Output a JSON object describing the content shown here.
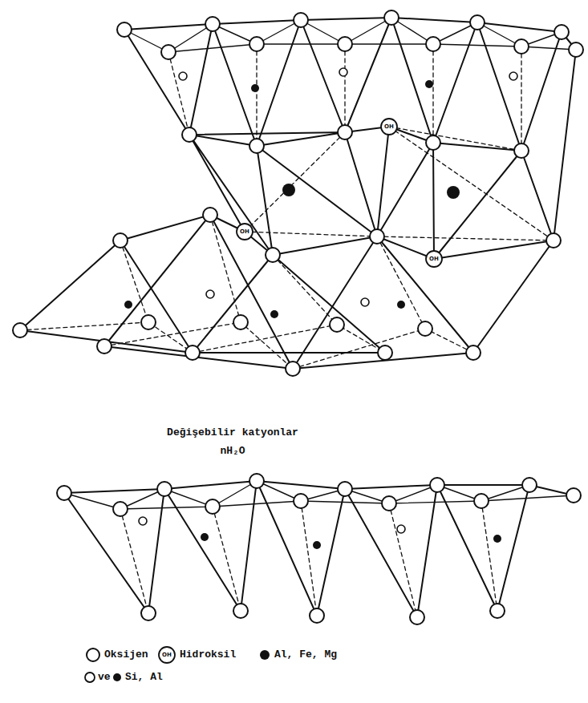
{
  "diagram": {
    "labels": [
      "OH",
      "OH",
      "OH",
      "Değişebilir katyonlar",
      "nH₂O",
      "OH",
      "ve"
    ],
    "legend": [
      {
        "text": "Oksijen"
      },
      {
        "text": "Hidroksil"
      },
      {
        "text": "Al, Fe, Mg"
      },
      {
        "text": "Si, Al"
      }
    ]
  }
}
